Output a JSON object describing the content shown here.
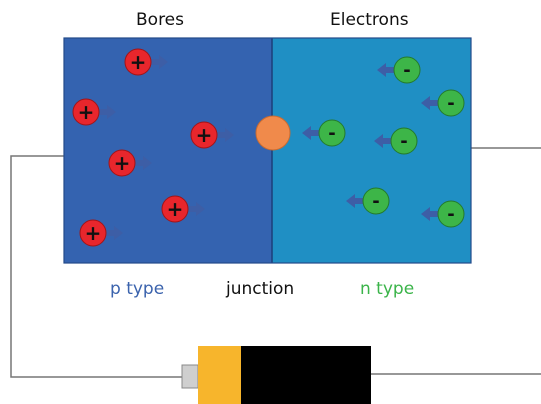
{
  "labels": {
    "holes": "Bores",
    "electrons": "Electrons",
    "p_type": "p type",
    "junction": "junction",
    "n_type": "n type"
  },
  "symbols": {
    "positive": "+",
    "negative": "-"
  },
  "colors": {
    "p_region": "#3463b0",
    "n_region": "#1f8fc4",
    "hole": "#e8262c",
    "electron": "#3db548",
    "junction_dot": "#f08a4b",
    "arrow": "#3d5ea6",
    "p_label": "#3b63ad",
    "n_label": "#3bb44a",
    "battery_plus": "#f7b52c",
    "battery_body": "#000000",
    "battery_nub": "#cfcfcf",
    "wire": "#777777"
  },
  "icons": {
    "hole": "red-circle-plus-with-right-arrow",
    "electron": "green-circle-minus-with-left-arrow",
    "battery": "battery-icon"
  }
}
